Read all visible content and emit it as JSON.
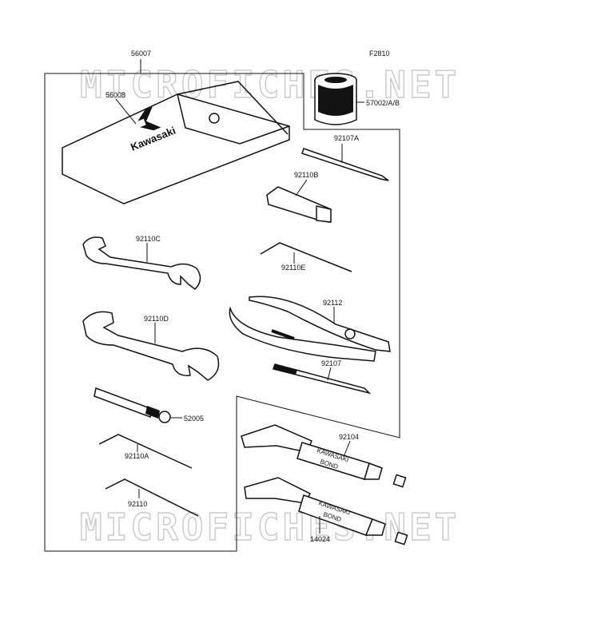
{
  "figure_code": "F2810",
  "watermark": "MICROFICHES.NET",
  "parts": {
    "tool_kit": "56007",
    "tool_bag": "56008",
    "oil_filter": "57002/A/B",
    "screwdriver_shaft": "92107A",
    "spark_plug_wrench": "92110B",
    "open_wrench_small": "92110C",
    "hex_wrench_e": "92110E",
    "pliers": "92112",
    "open_wrench_large": "92110D",
    "screwdriver": "92107",
    "handle_bar": "52005",
    "kawasaki_bond_1": "92104",
    "hex_wrench_a": "92110A",
    "hex_wrench": "92110",
    "kawasaki_bond_2": "14024"
  },
  "bag_logo_text": "Kawasaki",
  "tube_text": {
    "line1": "KAWASAKI",
    "line2": "BOND"
  }
}
